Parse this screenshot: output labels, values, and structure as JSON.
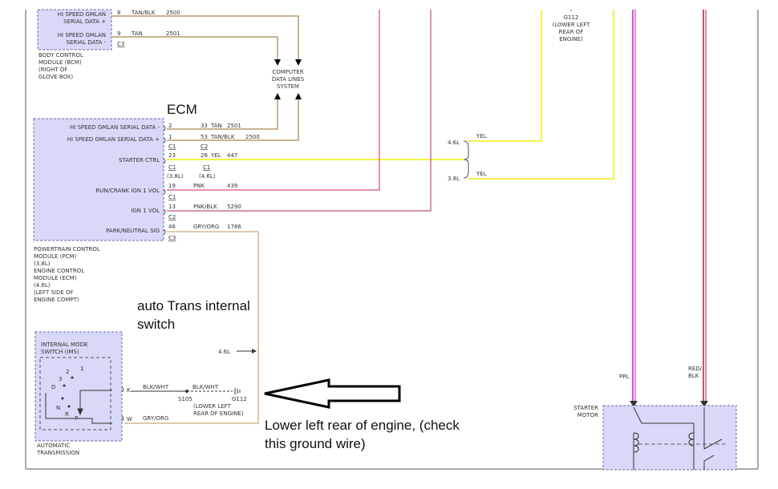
{
  "bcm": {
    "name_lines": [
      "BODY CONTROL",
      "MODULE (BCM)",
      "(RIGHT OF",
      "GLOVE BOX)"
    ],
    "pins": [
      {
        "label_lines": [
          "HI SPEED GMLAN",
          "SERIAL DATA +"
        ],
        "pin": "8",
        "color": "TAN/BLK",
        "circuit": "2500"
      },
      {
        "label_lines": [
          "HI SPEED GMLAN",
          "SERIAL DATA -"
        ],
        "pin": "9",
        "color": "TAN",
        "circuit": "2501"
      }
    ],
    "connector": "C3"
  },
  "computer_data_lines": [
    "COMPUTER",
    "DATA LINES",
    "SYSTEM"
  ],
  "ecm_title": "ECM",
  "ecm": {
    "name_lines": [
      "POWERTRAIN CONTROL",
      "MODULE (PCM)",
      "(3.8L)",
      "ENGINE CONTROL",
      "MODULE (ECM)",
      "(4.6L)",
      "(LEFT SIDE OF",
      "ENGINE COMPT)"
    ],
    "pins": [
      {
        "label": "HI SPEED GMLAN SERIAL DATA -",
        "pin_a": "2",
        "pin_b": "33",
        "color": "TAN",
        "circuit": "2501"
      },
      {
        "label": "HI SPEED GMLAN SERIAL DATA +",
        "pin_a": "1",
        "pin_b": "53",
        "color": "TAN/BLK",
        "circuit": "2500"
      },
      {
        "label": "STARTER CTRL",
        "pin_a": "23",
        "pin_b": "26",
        "color": "YEL",
        "circuit": "447"
      },
      {
        "label": "RUN/CRANK IGN 1 VOL",
        "pin_a": "19",
        "color": "PNK",
        "circuit": "439"
      },
      {
        "label": "IGN 1 VOL",
        "pin_a": "13",
        "color": "PNK/BLK",
        "circuit": "5290"
      },
      {
        "label": "PARK/NEUTRAL SIG",
        "pin_a": "46",
        "color": "GRY/ORG",
        "circuit": "1786"
      }
    ],
    "connectors": {
      "c1a": "C1",
      "c2a": "C2",
      "c1b": "C1",
      "c1c": "C1",
      "c1d": "C1",
      "c2b": "C2",
      "c3": "C3"
    },
    "engine_notes": {
      "a": "(3.8L)",
      "b": "(4.6L)"
    }
  },
  "yel_branches": [
    {
      "engine": "4.6L",
      "color": "YEL"
    },
    {
      "engine": "3.8L",
      "color": "YEL"
    }
  ],
  "g112_top": [
    "G112",
    "(LOWER LEFT",
    "REAR OF",
    "ENGINE)"
  ],
  "annotation_auto_trans": [
    "auto Trans internal",
    "switch"
  ],
  "annotation_ground": [
    "Lower left rear of engine, (check",
    "this ground wire)"
  ],
  "ims": {
    "name_lines": [
      "INTERNAL MODE",
      "SWITCH (IMS)"
    ],
    "positions": [
      "1",
      "2",
      "3",
      "D",
      "N",
      "R",
      "P"
    ],
    "footer_lines": [
      "AUTOMATIC",
      "TRANSMISSION"
    ]
  },
  "ims_wires": [
    {
      "pin": "K",
      "color": "BLK/WHT",
      "splice": "S105",
      "color2": "BLK/WHT",
      "ground": "G112",
      "ground_lines": [
        "(LOWER LEFT",
        "REAR OF ENGINE)"
      ]
    },
    {
      "pin": "W",
      "color": "GRY/ORG"
    }
  ],
  "engine_46_label": "4.6L",
  "starter": {
    "name_lines": [
      "STARTER",
      "MOTOR"
    ],
    "wires": [
      {
        "color": "PPL"
      },
      {
        "color_lines": [
          "RED/",
          "BLK"
        ]
      }
    ]
  },
  "colors": {
    "tan": "#b59a6e",
    "yellow": "#f3f24a",
    "pink": "#e06f8e",
    "pink_blk": "#c8709a",
    "gry_org": "#d4b890",
    "magenta": "#c020c0",
    "red": "#b02030",
    "module_fill": "#d8d8f8",
    "module_border": "#6a6aa8"
  }
}
